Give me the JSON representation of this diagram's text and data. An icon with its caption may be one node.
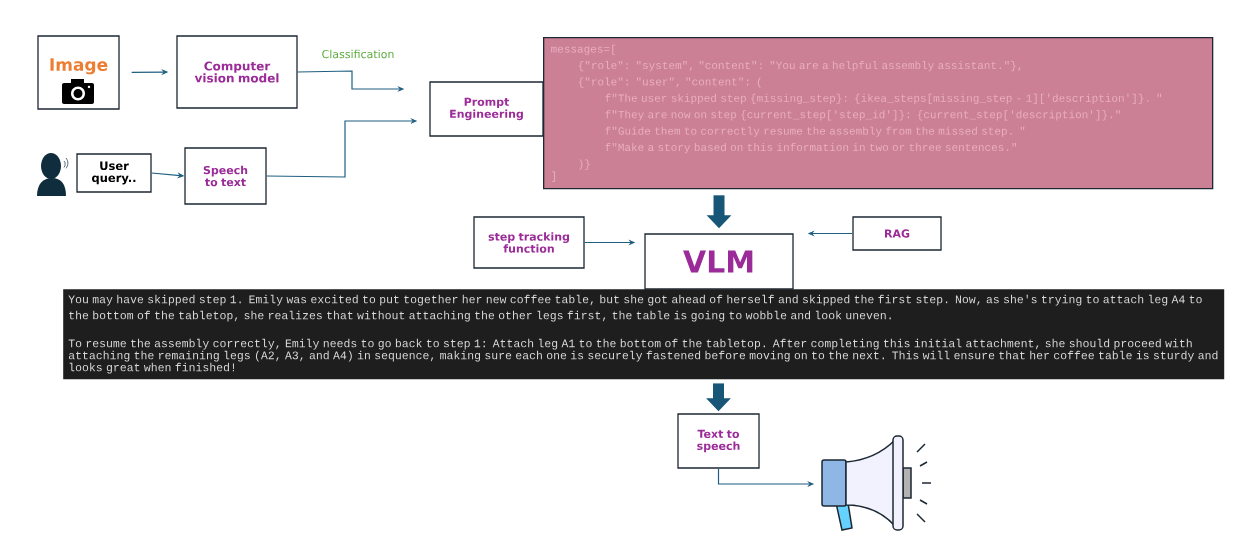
{
  "diagram": {
    "nodes": [
      {
        "text": [
          "Image"
        ]
      },
      {
        "text": [
          "Computer vision model"
        ]
      },
      {
        "text": [
          "Prompt Engineering"
        ]
      },
      {
        "text": [
          "messages=[",
          "{\"role\": \"system\", \"content\": \"You are a helpful assembly assistant.\"},",
          "{\"role\": \"user\", \"content\": (",
          "f\"The user skipped step {missing_step}: {ikea_steps[missing_step - 1]['description']}. \"",
          "f\"They are now on step {current_step['step_id']}: {current_step['description']}.\"",
          "f\"Guide them to correctly resume the assembly from the missed step. \"",
          "f\"Make a story based on this information in two or three sentences.\"",
          ")}",
          "]"
        ]
      },
      {
        "text": [
          "User query.."
        ]
      },
      {
        "text": [
          "Speech to text"
        ]
      },
      {
        "text": [
          "step tracking function"
        ]
      },
      {
        "text": [
          "VLM"
        ]
      },
      {
        "text": [
          "RAG"
        ]
      },
      {
        "text": [
          "You may have skipped step 1. Emily was excited to put together her new coffee table, but she got ahead of herself and skipped the first step. Now, as she's trying to attach leg A4 to the bottom of the tabletop, she realizes that without attaching the other legs first, the table is going to wobble and look uneven.",
          "To resume the assembly correctly, Emily needs to go back to step 1: Attach leg A1 to the bottom of the tabletop. After completing this initial attachment, she should proceed with attaching the remaining legs (A2, A3, and A4) in sequence, making sure each one is securely fastened before moving on to the next. This will ensure that her coffee table is sturdy and looks great when finished!"
        ]
      },
      {
        "text": [
          "Text to speech"
        ]
      },
      {
        "text": [],
        "shape": "picture"
      }
    ],
    "edges": [
      {
        "from": 0,
        "to": 1,
        "arrow": "to"
      },
      {
        "from": 1,
        "to": 2,
        "arrow": "to",
        "label": "Classification"
      },
      {
        "from": 4,
        "to": 5,
        "arrow": "to"
      },
      {
        "from": 5,
        "to": 2,
        "arrow": "to"
      },
      {
        "from": 3,
        "to": 7,
        "arrow": "to",
        "style": "thick"
      },
      {
        "from": 6,
        "to": 7,
        "arrow": "to"
      },
      {
        "from": 8,
        "to": 7,
        "arrow": "to"
      },
      {
        "from": 9,
        "to": 10,
        "arrow": "to",
        "style": "thick"
      },
      {
        "from": 10,
        "to": 11,
        "arrow": "to"
      }
    ]
  }
}
